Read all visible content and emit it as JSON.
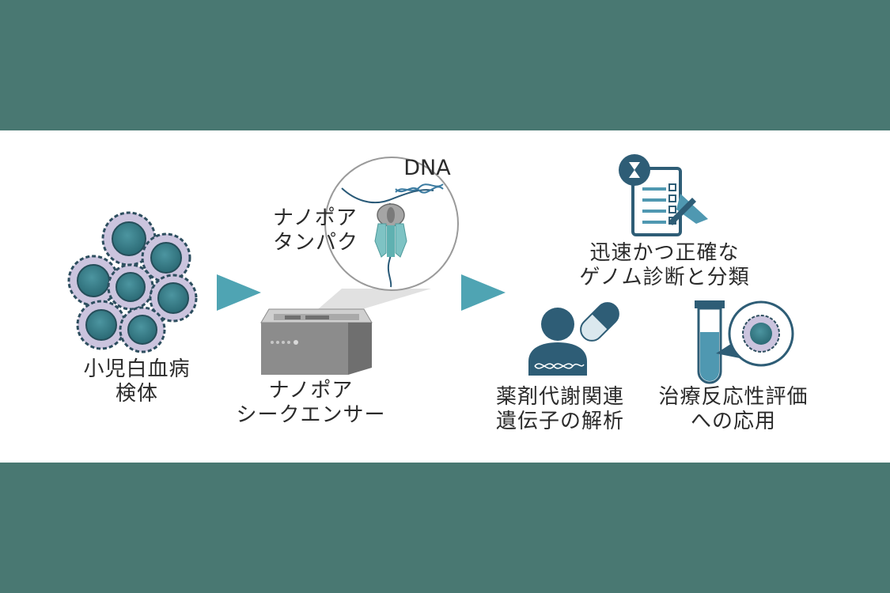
{
  "colors": {
    "band": "#497872",
    "background": "#ffffff",
    "arrow": "#4fa4b3",
    "cell_nucleus": "#3d7f88",
    "cell_body": "#c9c2dc",
    "cell_outline": "#2e4f5e",
    "icon_dark": "#2e5d76",
    "icon_light": "#4f98b1"
  },
  "stage1": {
    "label_line1": "小児白血病",
    "label_line2": "検体",
    "icon": "leukemia-cells-icon"
  },
  "stage2": {
    "label_line1": "ナノポア",
    "label_line2": "シークエンサー",
    "zoom_dna_label": "DNA",
    "zoom_protein_line1": "ナノポア",
    "zoom_protein_line2": "タンパク",
    "icon": "nanopore-sequencer-icon"
  },
  "stage3": {
    "label_line1": "迅速かつ正確な",
    "label_line2": "ゲノム診断と分類",
    "icon": "clipboard-diagnosis-icon"
  },
  "stage4": {
    "label_line1": "薬剤代謝関連",
    "label_line2": "遺伝子の解析",
    "icon": "pharmacogenomics-icon"
  },
  "stage5": {
    "label_line1": "治療反応性評価",
    "label_line2": "への応用",
    "icon": "test-tube-cell-icon"
  }
}
